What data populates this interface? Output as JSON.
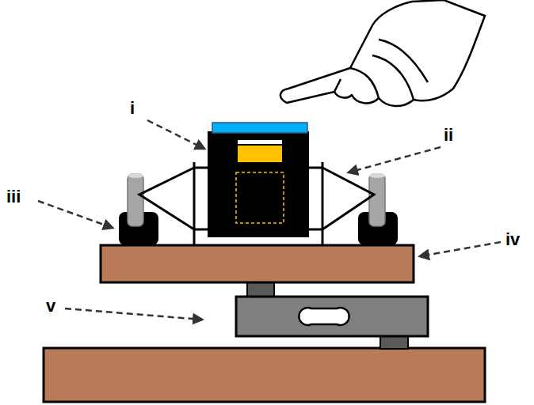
{
  "diagram": {
    "labels": [
      "i",
      "ii",
      "iii",
      "iv",
      "v"
    ]
  }
}
